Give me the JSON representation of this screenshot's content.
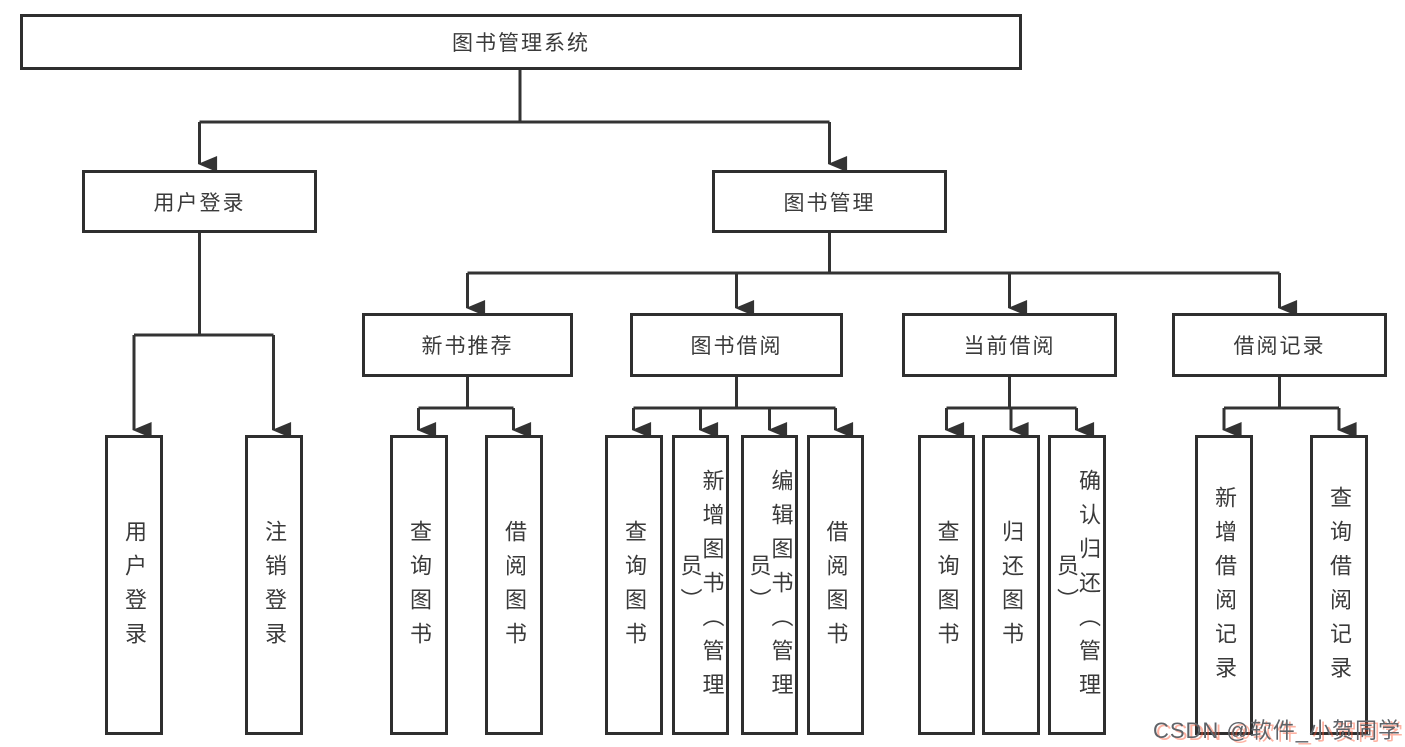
{
  "diagram": {
    "title": "图书管理系统",
    "branches": [
      {
        "label": "用户登录",
        "children": [
          {
            "label": "用户登录"
          },
          {
            "label": "注销登录"
          }
        ]
      },
      {
        "label": "图书管理",
        "children": [
          {
            "label": "新书推荐",
            "children": [
              {
                "label": "查询图书"
              },
              {
                "label": "借阅图书"
              }
            ]
          },
          {
            "label": "图书借阅",
            "children": [
              {
                "label": "查询图书"
              },
              {
                "label": "新增图书（管理员）"
              },
              {
                "label": "编辑图书（管理员）"
              },
              {
                "label": "借阅图书"
              }
            ]
          },
          {
            "label": "当前借阅",
            "children": [
              {
                "label": "查询图书"
              },
              {
                "label": "归还图书"
              },
              {
                "label": "确认归还（管理员）"
              }
            ]
          },
          {
            "label": "借阅记录",
            "children": [
              {
                "label": "新增借阅记录"
              },
              {
                "label": "查询借阅记录"
              }
            ]
          }
        ]
      }
    ]
  },
  "watermark": "CSDN @软件_小贺同学",
  "colors": {
    "line": "#333333",
    "box_border": "#2f2f2f",
    "text": "#3a3a3a",
    "background": "#ffffff",
    "watermark_text": "#5f6368",
    "watermark_accent": "#fc5531"
  }
}
